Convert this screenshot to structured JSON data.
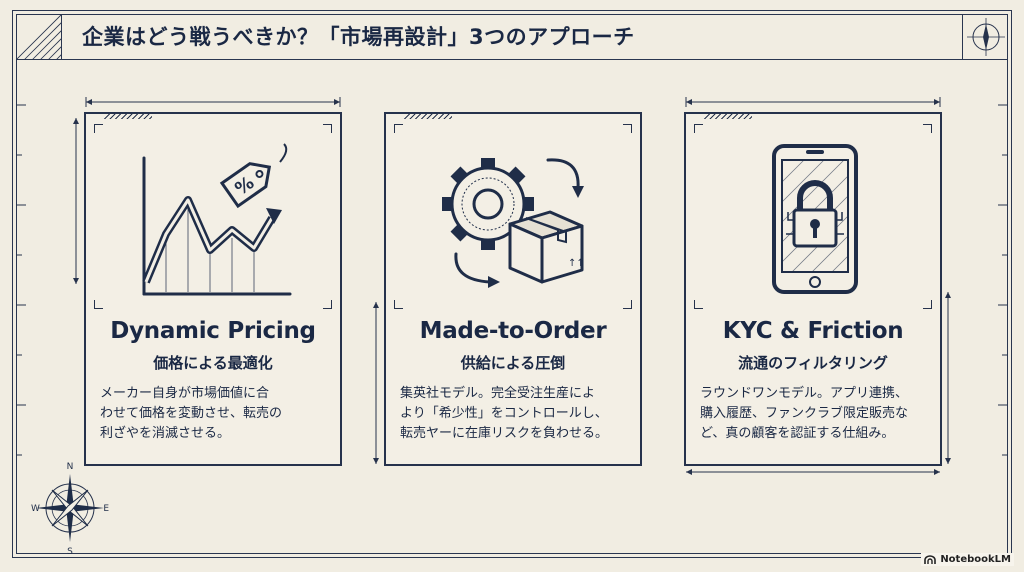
{
  "title": "企業はどう戦うべきか？「市場再設計」3つのアプローチ",
  "panels": [
    {
      "heading_en": "Dynamic Pricing",
      "heading_jp": "価格による最適化",
      "description": [
        "メーカー自身が市場価値に合",
        "わせて価格を変動させ、転売の",
        "利ざやを消滅させる。"
      ],
      "icon": "price-chart-icon"
    },
    {
      "heading_en": "Made-to-Order",
      "heading_jp": "供給による圧倒",
      "description": [
        "集英社モデル。完全受注生産によ",
        "より「希少性」をコントロールし、",
        "転売ヤーに在庫リスクを負わせる。"
      ],
      "icon": "gear-box-cycle-icon"
    },
    {
      "heading_en": "KYC & Friction",
      "heading_jp": "流通のフィルタリング",
      "description": [
        "ラウンドワンモデル。アプリ連携、",
        "購入履歴、ファンクラブ限定販売な",
        "ど、真の顧客を認証する仕組み。"
      ],
      "icon": "phone-lock-icon"
    }
  ],
  "compass": {
    "n": "N",
    "e": "E",
    "s": "S",
    "w": "W"
  },
  "brand": "NotebookLM",
  "colors": {
    "ink": "#1f2d48",
    "paper": "#f1ede2"
  }
}
